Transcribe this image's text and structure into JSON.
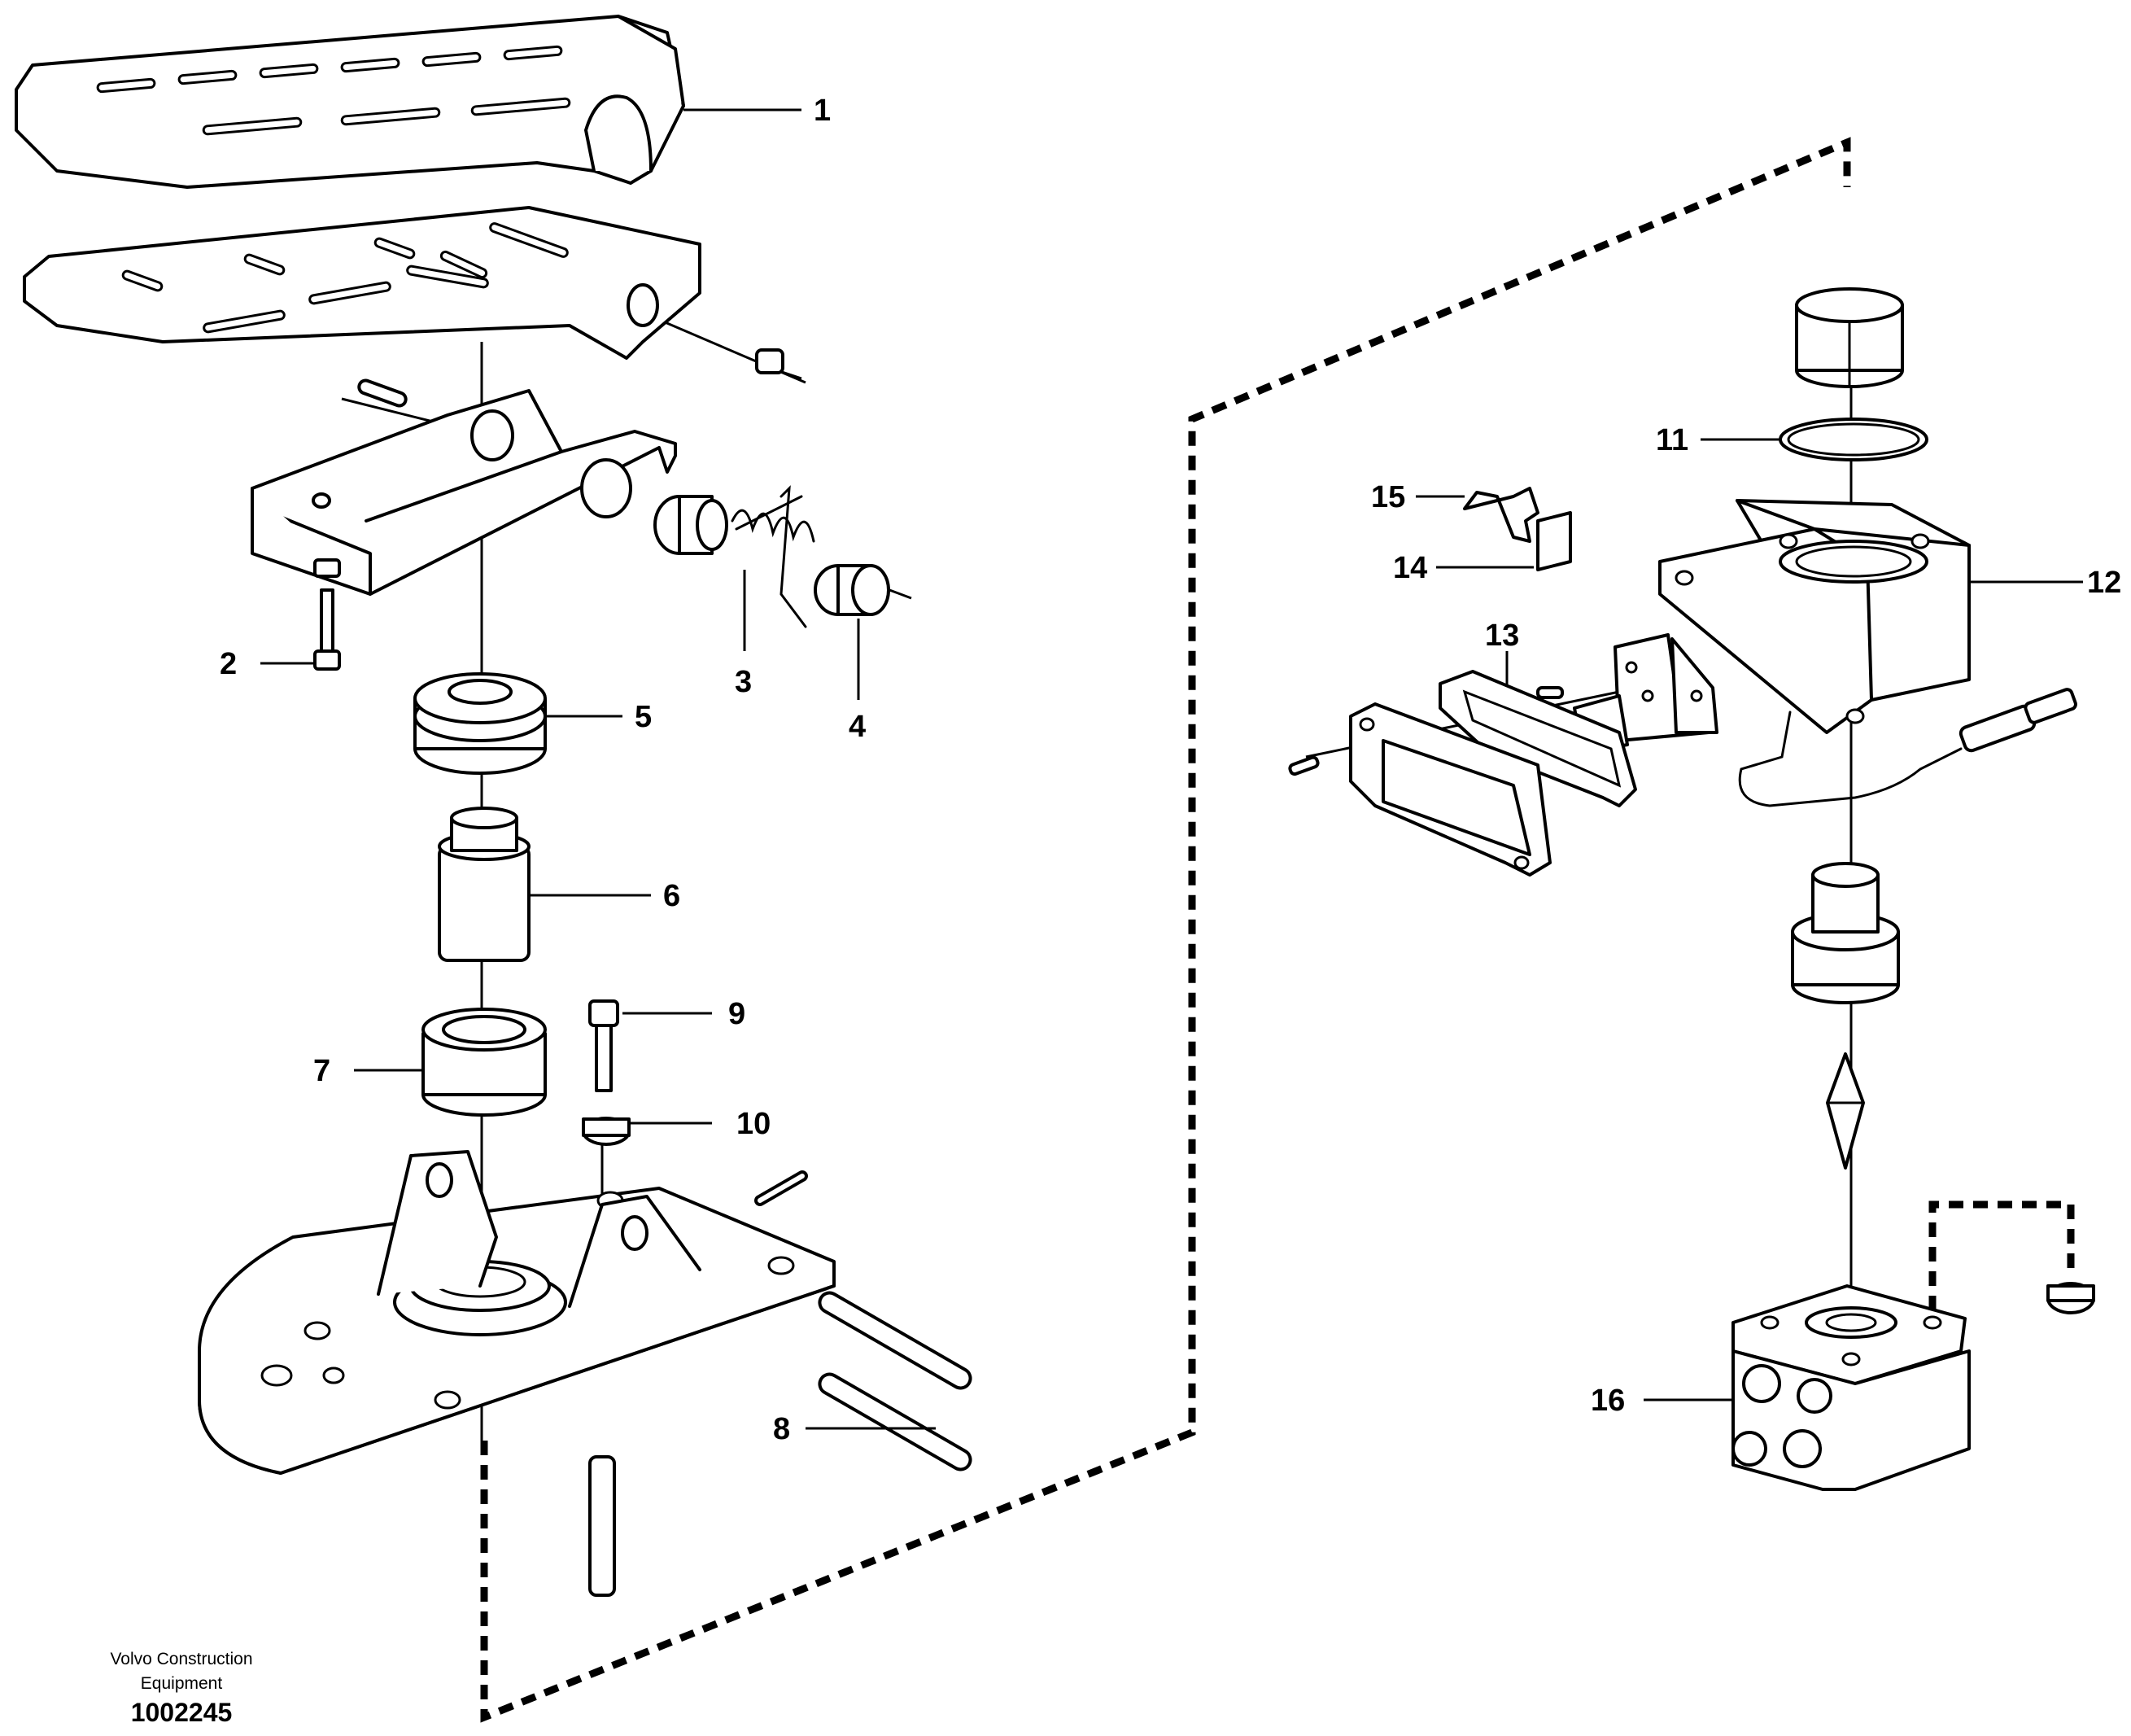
{
  "callouts": {
    "c1": "1",
    "c2": "2",
    "c3": "3",
    "c4": "4",
    "c5": "5",
    "c6": "6",
    "c7": "7",
    "c8": "8",
    "c9": "9",
    "c10": "10",
    "c11": "11",
    "c12": "12",
    "c13": "13",
    "c14": "14",
    "c15": "15",
    "c16": "16"
  },
  "footer": {
    "company_line1": "Volvo Construction",
    "company_line2": "Equipment",
    "drawing_number": "1002245"
  }
}
